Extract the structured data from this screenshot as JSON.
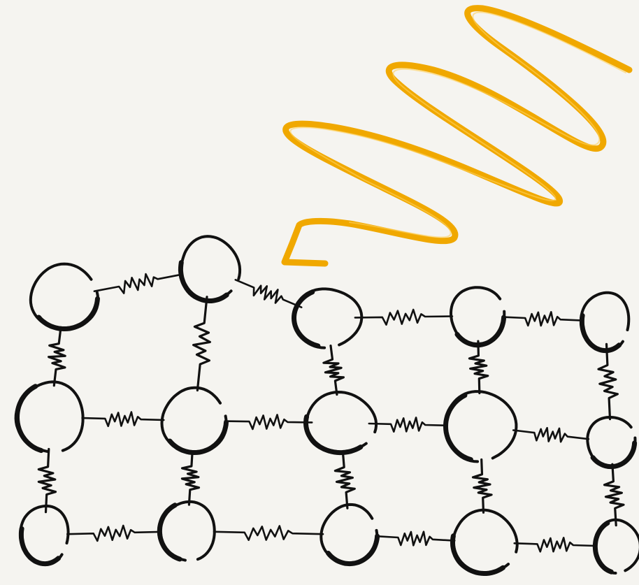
{
  "diagram": {
    "kind": "sketch",
    "description_free": true,
    "colors": {
      "background": "#f5f4f0",
      "ink": "#111111",
      "wave": "#f0a800"
    },
    "grid": {
      "rows": 3,
      "columns": 5
    },
    "nodes": [
      {
        "id": "n00",
        "row": 0,
        "col": 0
      },
      {
        "id": "n01",
        "row": 0,
        "col": 1
      },
      {
        "id": "n02",
        "row": 0,
        "col": 2
      },
      {
        "id": "n03",
        "row": 0,
        "col": 3
      },
      {
        "id": "n04",
        "row": 0,
        "col": 4
      },
      {
        "id": "n10",
        "row": 1,
        "col": 0
      },
      {
        "id": "n11",
        "row": 1,
        "col": 1
      },
      {
        "id": "n12",
        "row": 1,
        "col": 2
      },
      {
        "id": "n13",
        "row": 1,
        "col": 3
      },
      {
        "id": "n14",
        "row": 1,
        "col": 4
      },
      {
        "id": "n20",
        "row": 2,
        "col": 0
      },
      {
        "id": "n21",
        "row": 2,
        "col": 1
      },
      {
        "id": "n22",
        "row": 2,
        "col": 2
      },
      {
        "id": "n23",
        "row": 2,
        "col": 3
      },
      {
        "id": "n24",
        "row": 2,
        "col": 4
      }
    ],
    "springs": [
      {
        "from": "n00",
        "to": "n01"
      },
      {
        "from": "n01",
        "to": "n02"
      },
      {
        "from": "n02",
        "to": "n03"
      },
      {
        "from": "n03",
        "to": "n04"
      },
      {
        "from": "n10",
        "to": "n11"
      },
      {
        "from": "n11",
        "to": "n12"
      },
      {
        "from": "n12",
        "to": "n13"
      },
      {
        "from": "n13",
        "to": "n14"
      },
      {
        "from": "n20",
        "to": "n21"
      },
      {
        "from": "n21",
        "to": "n22"
      },
      {
        "from": "n22",
        "to": "n23"
      },
      {
        "from": "n23",
        "to": "n24"
      },
      {
        "from": "n00",
        "to": "n10"
      },
      {
        "from": "n10",
        "to": "n20"
      },
      {
        "from": "n01",
        "to": "n11"
      },
      {
        "from": "n11",
        "to": "n21"
      },
      {
        "from": "n02",
        "to": "n12"
      },
      {
        "from": "n12",
        "to": "n22"
      },
      {
        "from": "n03",
        "to": "n13"
      },
      {
        "from": "n13",
        "to": "n23"
      },
      {
        "from": "n04",
        "to": "n14"
      },
      {
        "from": "n14",
        "to": "n24"
      }
    ],
    "wave_icon": "zigzag-arrow-icon"
  }
}
